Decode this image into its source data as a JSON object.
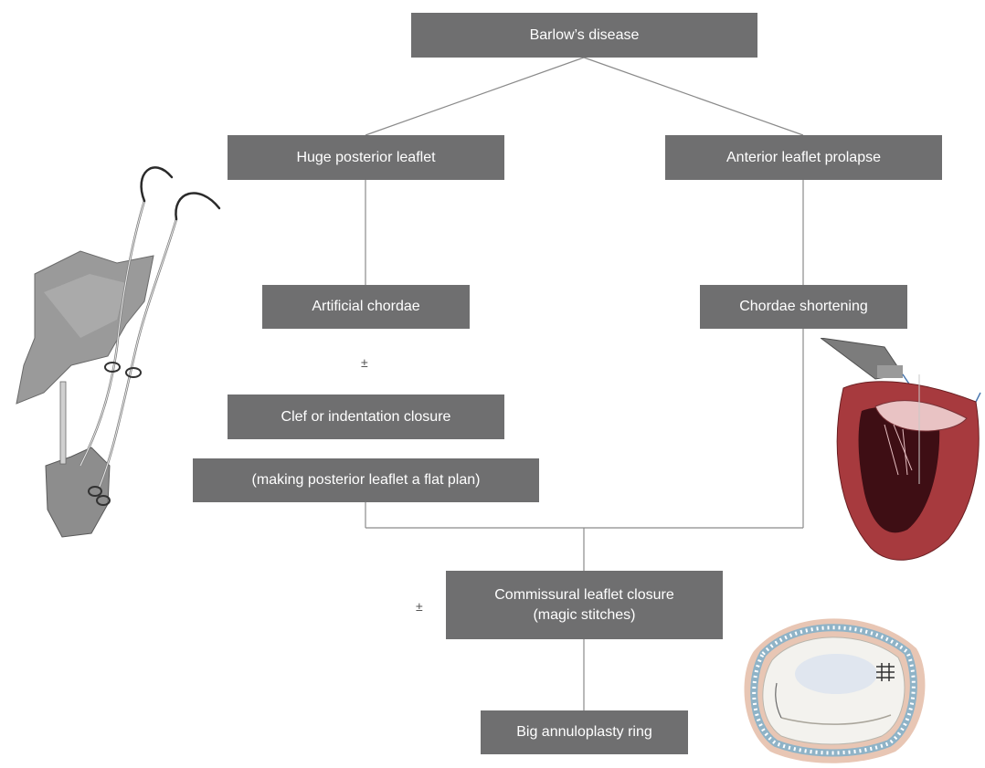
{
  "diagram": {
    "root": {
      "label": "Barlow’s disease"
    },
    "branch_left": {
      "label": "Huge posterior leaflet"
    },
    "branch_right": {
      "label": "Anterior leaflet prolapse"
    },
    "artificial_chordae": {
      "label": "Artificial chordae"
    },
    "chordae_shortening": {
      "label": "Chordae shortening"
    },
    "plus_minus_1": "±",
    "cleft_closure": {
      "label": "Clef or indentation closure"
    },
    "flat_plan": {
      "label": "(making posterior leaflet a flat plan)"
    },
    "plus_minus_2": "±",
    "commissural_closure": {
      "line1": "Commissural leaflet closure",
      "line2": "(magic stitches)"
    },
    "annuloplasty": {
      "label": "Big annuloplasty ring"
    }
  },
  "illustrations": {
    "left": "artificial-chordae-suture-illustration",
    "right_top": "heart-chordae-shortening-illustration",
    "right_bottom": "annuloplasty-ring-illustration"
  },
  "colors": {
    "box_fill": "#6f6f70",
    "box_text": "#ffffff",
    "connector": "#8a8a8a"
  }
}
